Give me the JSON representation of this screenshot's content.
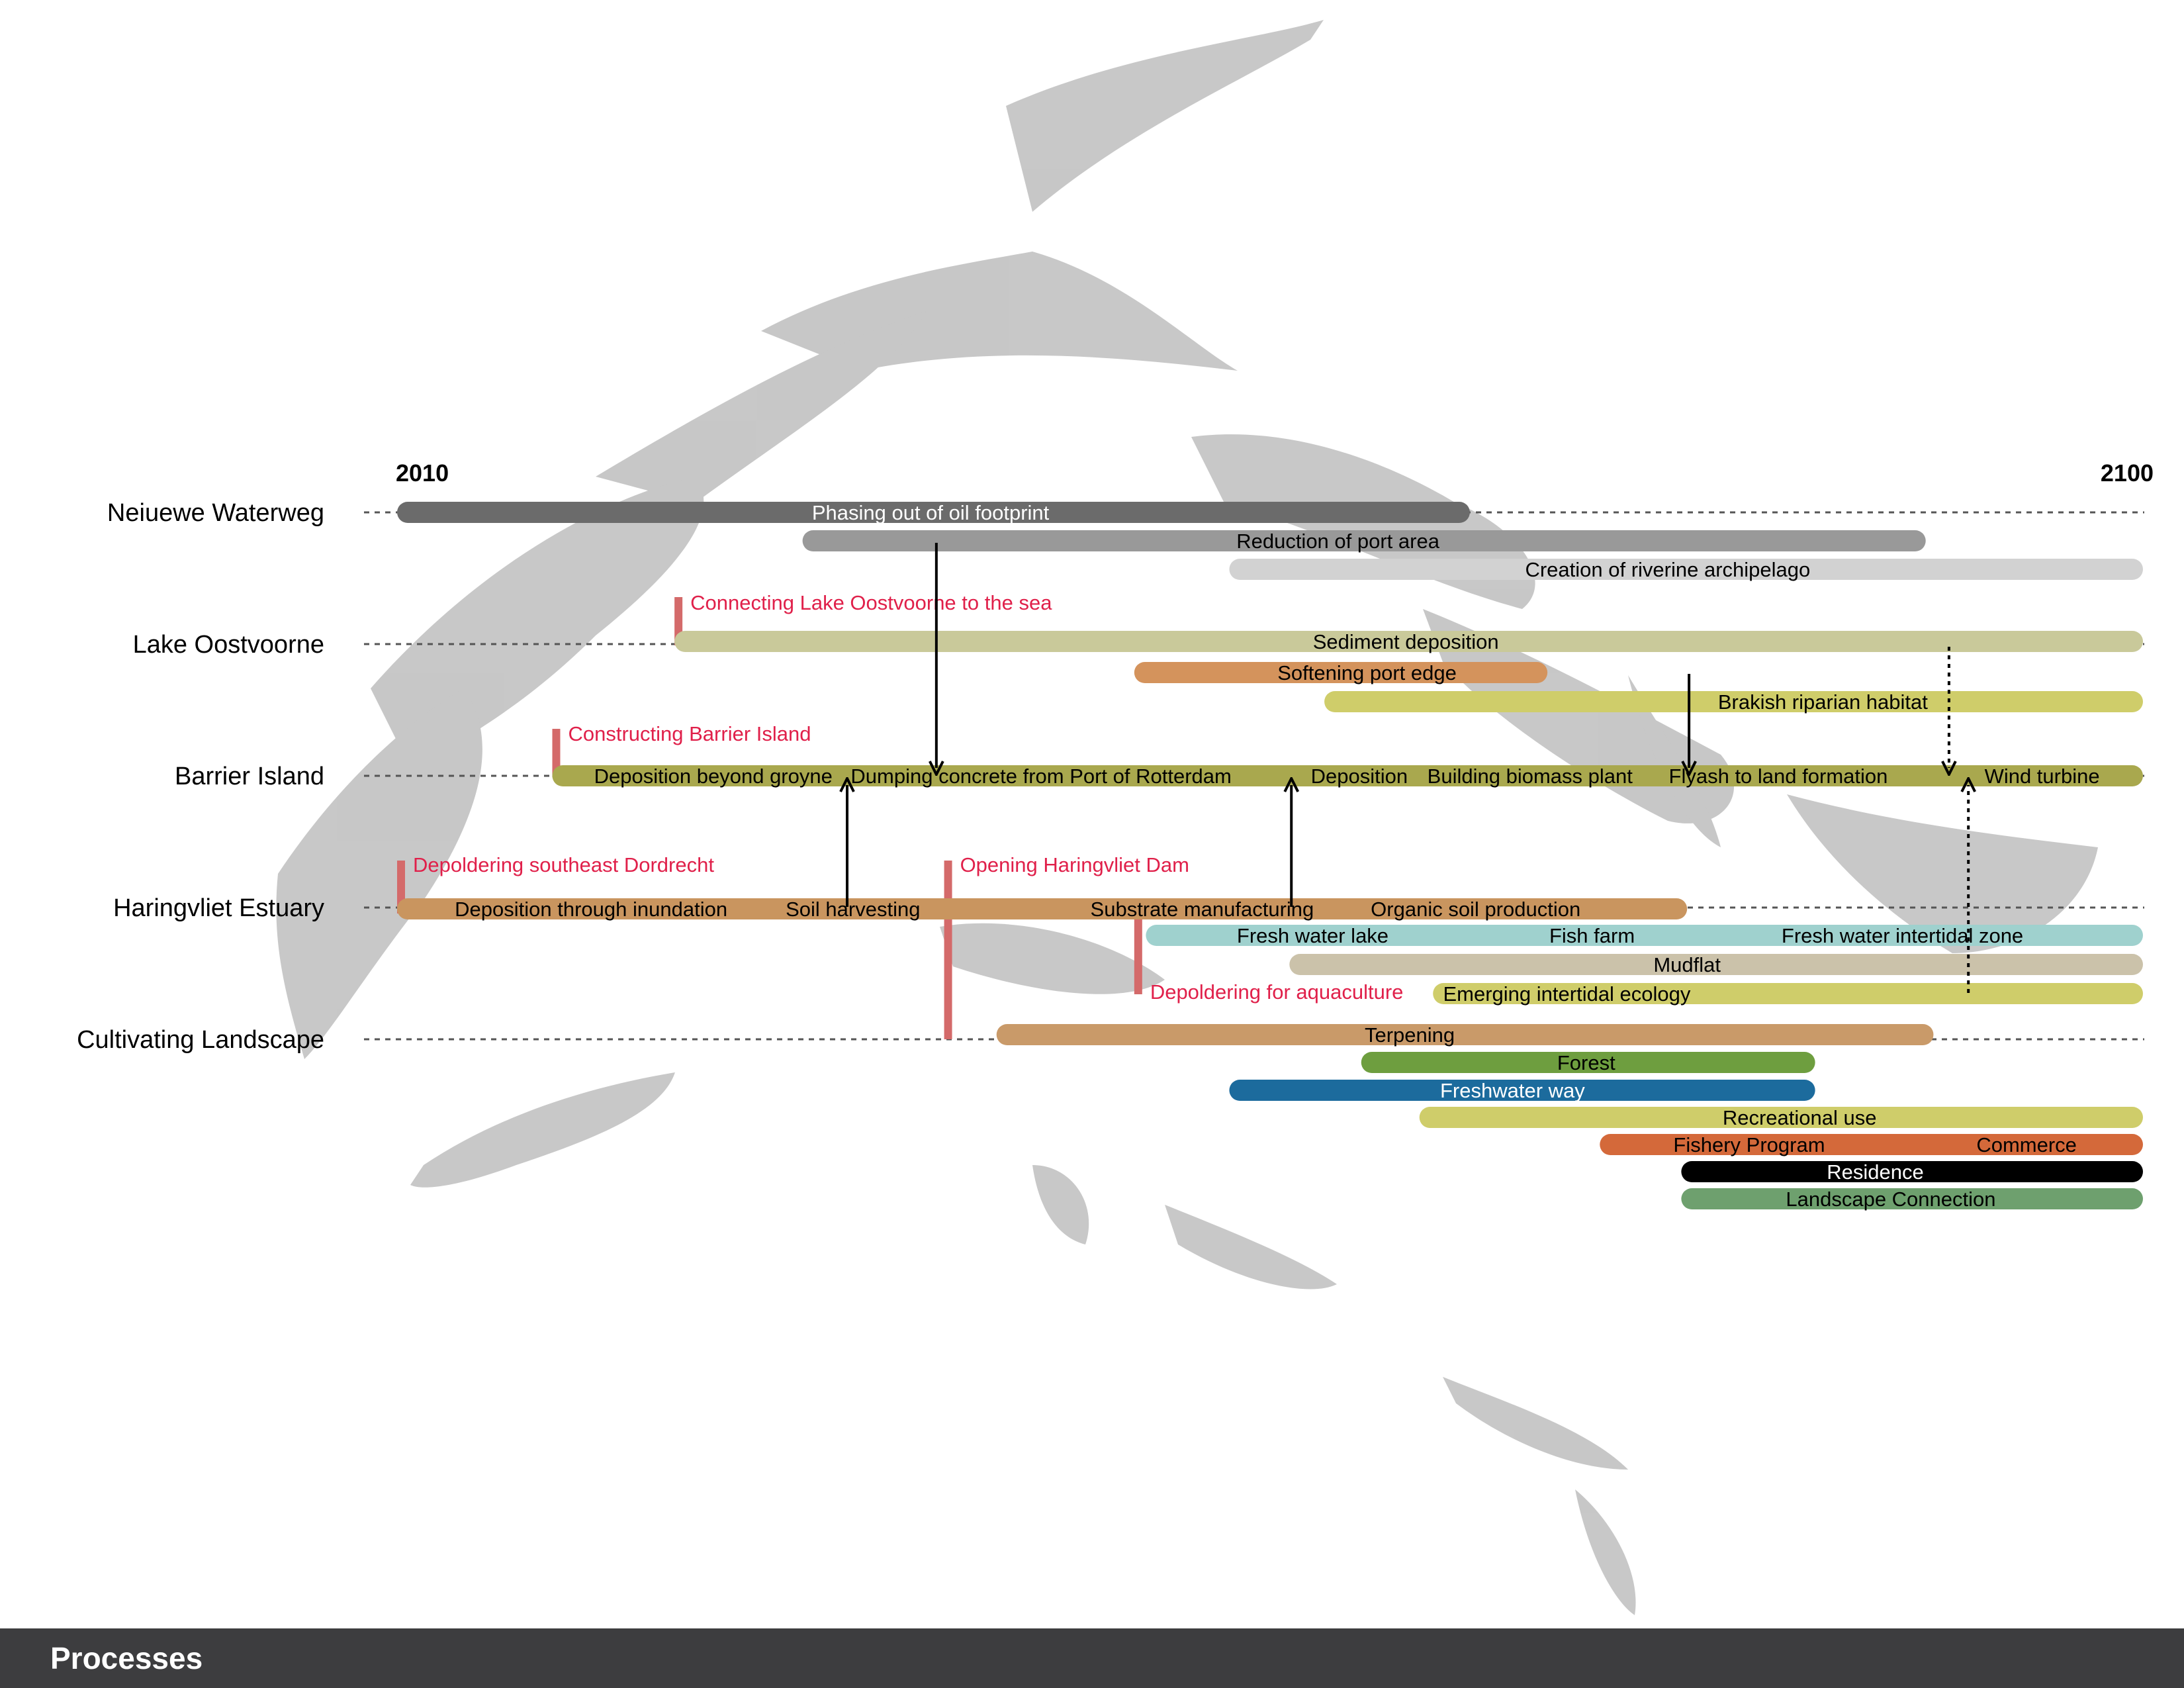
{
  "footer": {
    "title": "Processes"
  },
  "years": {
    "start": "2010",
    "end": "2100"
  },
  "colors": {
    "dark_gray": "#6b6b6b",
    "mid_gray": "#999999",
    "light_gray": "#d2d2d2",
    "sage": "#c9c99a",
    "tan_orange": "#d4935c",
    "yellow_green": "#cfcd6a",
    "olive": "#a9a84e",
    "brown_orange": "#c9955f",
    "teal": "#9fd1ce",
    "beige": "#cbc2aa",
    "tan": "#c99a69",
    "green": "#6e9e3f",
    "blue": "#1c6b9d",
    "orange": "#d4693a",
    "black": "#000000",
    "dark_green": "#6ea06e",
    "event_red": "#d46a6a",
    "event_text": "#e0204a"
  },
  "rows": [
    {
      "label": "Neiuewe Waterweg"
    },
    {
      "label": "Lake Oostvoorne"
    },
    {
      "label": "Barrier Island"
    },
    {
      "label": "Haringvliet Estuary"
    },
    {
      "label": "Cultivating Landscape"
    }
  ],
  "bars": [
    {
      "start": 2010.0,
      "end": 2065.3,
      "color": "#6b6b6b",
      "text_color": "#ffffff",
      "labels": [
        {
          "text": "Phasing out of oil footprint",
          "at": 2037.5
        }
      ]
    },
    {
      "start": 2030.9,
      "end": 2088.8,
      "color": "#999999",
      "text_color": "#000000",
      "labels": [
        {
          "text": "Reduction of port area",
          "at": 2058.5
        }
      ]
    },
    {
      "start": 2052.9,
      "end": 2100.0,
      "color": "#d2d2d2",
      "text_color": "#000000",
      "labels": [
        {
          "text": "Creation of riverine archipelago",
          "at": 2075.5
        }
      ]
    },
    {
      "start": 2024.3,
      "end": 2100.0,
      "color": "#c9c99a",
      "text_color": "#000000",
      "labels": [
        {
          "text": "Sediment deposition",
          "at": 2062.0
        }
      ]
    },
    {
      "start": 2048.0,
      "end": 2069.3,
      "color": "#d4935c",
      "text_color": "#000000",
      "labels": [
        {
          "text": "Softening port edge",
          "at": 2060.0
        }
      ]
    },
    {
      "start": 2057.8,
      "end": 2100.0,
      "color": "#cfcd6a",
      "text_color": "#000000",
      "labels": [
        {
          "text": "Brakish riparian habitat",
          "at": 2083.5
        }
      ]
    },
    {
      "start": 2018.0,
      "end": 2100.0,
      "color": "#a9a84e",
      "text_color": "#000000",
      "labels": [
        {
          "text": "Deposition beyond groyne",
          "at": 2026.3
        },
        {
          "text": "Dumping concrete from Port of Rotterdam",
          "at": 2043.2
        },
        {
          "text": "Deposition",
          "at": 2059.6
        },
        {
          "text": "Building biomass plant",
          "at": 2068.4
        },
        {
          "text": "Flyash to land formation",
          "at": 2081.2
        },
        {
          "text": "Wind turbine",
          "at": 2094.8
        }
      ]
    },
    {
      "start": 2010.0,
      "end": 2076.5,
      "color": "#c9955f",
      "text_color": "#000000",
      "labels": [
        {
          "text": "Deposition through inundation",
          "at": 2020.0
        },
        {
          "text": "Soil harvesting",
          "at": 2033.5
        },
        {
          "text": "Substrate manufacturing",
          "at": 2051.5
        },
        {
          "text": "Organic soil production",
          "at": 2065.6
        }
      ]
    },
    {
      "start": 2048.6,
      "end": 2100.0,
      "color": "#9fd1ce",
      "text_color": "#000000",
      "labels": [
        {
          "text": "Fresh water lake",
          "at": 2057.2
        },
        {
          "text": "Fish farm",
          "at": 2071.6
        },
        {
          "text": "Fresh water intertidal zone",
          "at": 2087.6
        }
      ]
    },
    {
      "start": 2056.0,
      "end": 2100.0,
      "color": "#cbc2aa",
      "text_color": "#000000",
      "labels": [
        {
          "text": "Mudflat",
          "at": 2076.5
        }
      ]
    },
    {
      "start": 2063.4,
      "end": 2100.0,
      "color": "#cfcd6a",
      "text_color": "#000000",
      "labels": [
        {
          "text": "Emerging intertidal ecology",
          "at": 2070.3
        }
      ]
    },
    {
      "start": 2040.9,
      "end": 2089.2,
      "color": "#c99a69",
      "text_color": "#000000",
      "labels": [
        {
          "text": "Terpening",
          "at": 2062.2
        }
      ]
    },
    {
      "start": 2059.7,
      "end": 2083.1,
      "color": "#6e9e3f",
      "text_color": "#000000",
      "labels": [
        {
          "text": "Forest",
          "at": 2071.3
        }
      ]
    },
    {
      "start": 2052.9,
      "end": 2083.1,
      "color": "#1c6b9d",
      "text_color": "#ffffff",
      "labels": [
        {
          "text": "Freshwater way",
          "at": 2067.5
        }
      ]
    },
    {
      "start": 2062.7,
      "end": 2100.0,
      "color": "#cfcd6a",
      "text_color": "#000000",
      "labels": [
        {
          "text": "Recreational use",
          "at": 2082.3
        }
      ]
    },
    {
      "start": 2072.0,
      "end": 2100.0,
      "color": "#d4693a",
      "text_color": "#000000",
      "labels": [
        {
          "text": "Fishery Program",
          "at": 2079.7
        },
        {
          "text": "Commerce",
          "at": 2094.0
        }
      ]
    },
    {
      "start": 2076.2,
      "end": 2100.0,
      "color": "#000000",
      "text_color": "#ffffff",
      "labels": [
        {
          "text": "Residence",
          "at": 2086.2
        }
      ]
    },
    {
      "start": 2076.2,
      "end": 2100.0,
      "color": "#6ea06e",
      "text_color": "#000000",
      "labels": [
        {
          "text": "Landscape Connection",
          "at": 2087.0
        }
      ]
    }
  ],
  "events": [
    {
      "text": "Connecting Lake Oostvoorne to the sea",
      "year": 2024.3
    },
    {
      "text": "Constructing Barrier Island",
      "year": 2018.0
    },
    {
      "text": "Depoldering southeast Dordrecht",
      "year": 2010.0
    },
    {
      "text": "Opening Haringvliet Dam",
      "year": 2038.2
    },
    {
      "text": "Depoldering for aquaculture",
      "year": 2048.0
    }
  ],
  "arrows": [
    {
      "year": 2037.8,
      "direction": "down",
      "style": "solid"
    },
    {
      "year": 2033.2,
      "direction": "up",
      "style": "solid"
    },
    {
      "year": 2056.1,
      "direction": "up",
      "style": "solid"
    },
    {
      "year": 2076.6,
      "direction": "down",
      "style": "solid"
    },
    {
      "year": 2090.0,
      "direction": "down",
      "style": "dotted"
    },
    {
      "year": 2091.0,
      "direction": "up",
      "style": "dotted"
    }
  ]
}
